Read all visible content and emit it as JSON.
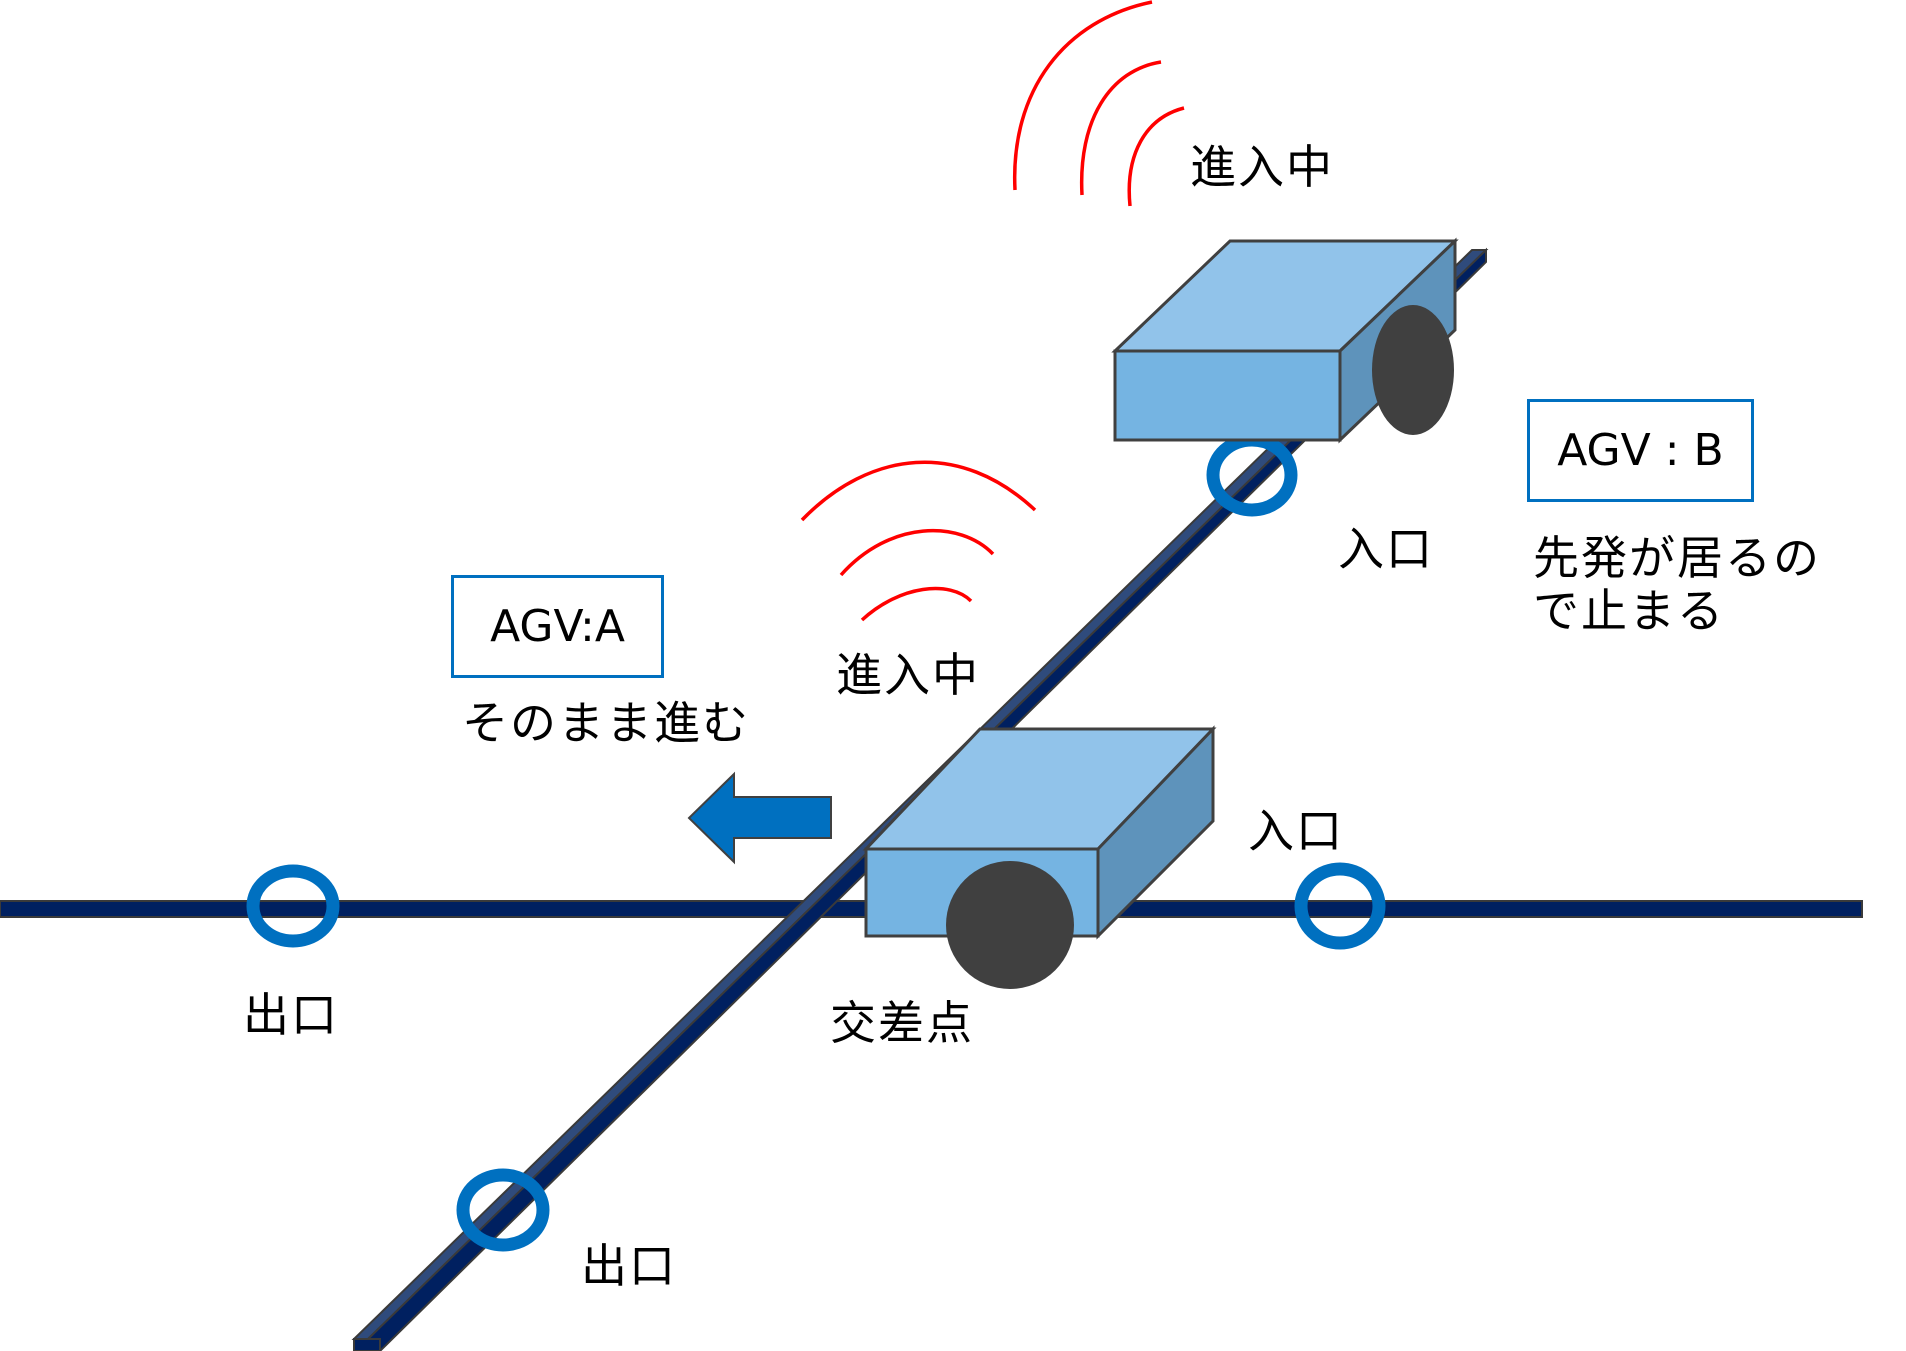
{
  "title": "AGV交差点 進入制御",
  "colors": {
    "track": "#002060",
    "track_side": "#2f4b7c",
    "marker": "#0070c0",
    "agv_top": "#91c3ea",
    "agv_front": "#75b4e2",
    "agv_side": "#5e93bb",
    "wheel": "#404040",
    "signal": "#ff0000",
    "arrow": "#0070c0"
  },
  "labels": {
    "signal_b": "進入中",
    "signal_a": "進入中",
    "entrance_b": "入口",
    "entrance_a": "入口",
    "exit_horizontal": "出口",
    "exit_diagonal": "出口",
    "intersection": "交差点"
  },
  "agvs": [
    {
      "id": "A",
      "tag": "AGV:A",
      "action": "そのまま進む",
      "status": "進入中"
    },
    {
      "id": "B",
      "tag": "AGV : B",
      "action": "先発が居るの\nで止まる",
      "status": "進入中"
    }
  ],
  "markers": [
    {
      "name": "exit-horizontal",
      "role": "出口"
    },
    {
      "name": "entrance-horizontal",
      "role": "入口"
    },
    {
      "name": "entrance-diagonal",
      "role": "入口"
    },
    {
      "name": "exit-diagonal",
      "role": "出口"
    }
  ]
}
